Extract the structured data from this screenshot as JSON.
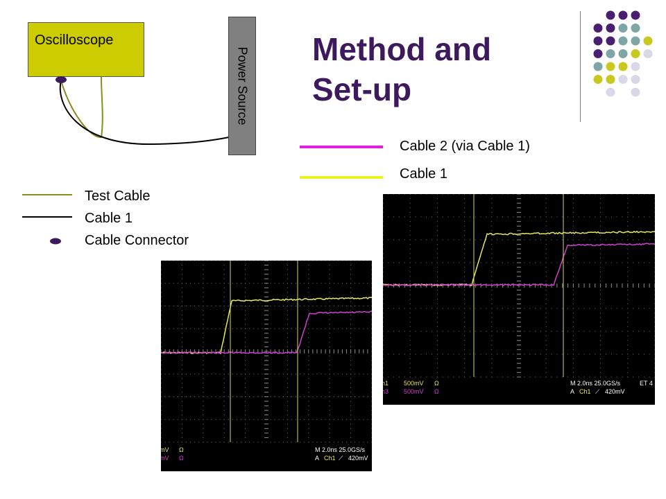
{
  "slide": {
    "title_line1": "Method and",
    "title_line2": "Set-up"
  },
  "diagram": {
    "oscilloscope_label": "Oscilloscope",
    "power_source_label": "Power Source",
    "colors": {
      "oscilloscope_fill": "#cccc00",
      "power_source_fill": "#808080",
      "test_cable": "#8a8a20",
      "cable1": "#000000",
      "connector": "#3d1a5e"
    }
  },
  "legend_left": [
    {
      "label": "Test Cable",
      "color": "#8a8a20",
      "style": "line"
    },
    {
      "label": "Cable 1",
      "color": "#000000",
      "style": "line"
    },
    {
      "label": "Cable Connector",
      "color": "#3d1a5e",
      "style": "dot"
    }
  ],
  "legend_right": [
    {
      "label": "Cable 2 (via Cable 1)",
      "color": "#e020e0"
    },
    {
      "label": "Cable 1",
      "color": "#f0f020"
    }
  ],
  "decor_dots": {
    "colors": [
      "#4b1f6f",
      "#7fa6a6",
      "#c8c81e",
      "#d8d8e8"
    ]
  },
  "scopes": [
    {
      "id": "scope-small",
      "readout": {
        "ch1_scale": "mV",
        "ch1_unit": "Ω",
        "ch3_scale": "mV",
        "ch3_unit": "Ω",
        "timebase": "M 2.0ns 25.0GS/s",
        "trigger_src": "A",
        "trigger_ch": "Ch1",
        "trigger_slope": "⟋",
        "trigger_level": "420mV"
      }
    },
    {
      "id": "scope-large",
      "readout": {
        "ch1_scale": "500mV",
        "ch1_unit": "Ω",
        "ch3_scale": "500mV",
        "ch3_unit": "Ω",
        "ch1_label": "h1",
        "ch3_label": "h3",
        "timebase": "M 2.0ns 25.0GS/s",
        "et": "ET 4",
        "trigger_src": "A",
        "trigger_ch": "Ch1",
        "trigger_slope": "⟋",
        "trigger_level": "420mV"
      }
    }
  ]
}
